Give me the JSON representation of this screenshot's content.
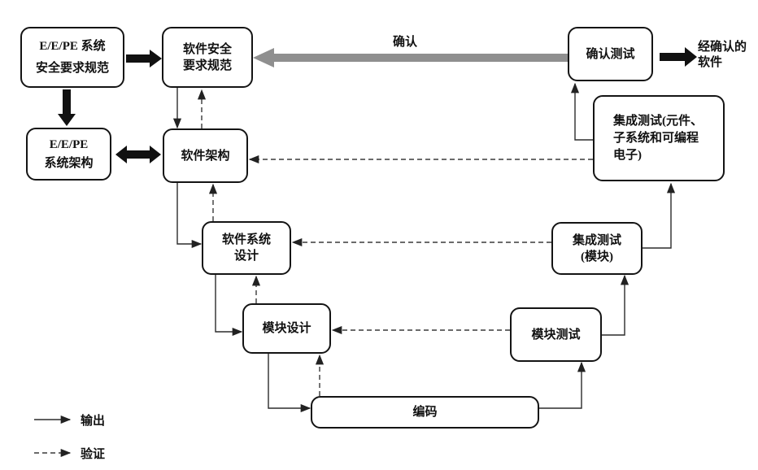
{
  "boxes": {
    "eepe_srs": {
      "lines": [
        "E/E/PE 系统",
        "安全要求规范"
      ]
    },
    "sw_srs": {
      "lines": [
        "软件安全",
        "要求规范"
      ]
    },
    "eepe_arch": {
      "lines": [
        "E/E/PE",
        "系统架构"
      ]
    },
    "sw_arch": {
      "lines": [
        "软件架构"
      ]
    },
    "sw_sys_design": {
      "lines": [
        "软件系统",
        "设计"
      ]
    },
    "module_design": {
      "lines": [
        "模块设计"
      ]
    },
    "coding": {
      "lines": [
        "编码"
      ]
    },
    "module_test": {
      "lines": [
        "模块测试"
      ]
    },
    "int_test_module": {
      "lines": [
        "集成测试",
        "(模块)"
      ]
    },
    "int_test_pe": {
      "lines": [
        "集成测试(元件、",
        "子系统和可编程",
        "电子)"
      ]
    },
    "validation_test": {
      "lines": [
        "确认测试"
      ]
    }
  },
  "labels": {
    "validation": "确认",
    "validated_software_lines": [
      "经确认的",
      "软件"
    ]
  },
  "legend": {
    "output": "输出",
    "verification": "验证"
  },
  "colors": {
    "gray_validation_arrow": "#8f8f8f",
    "thick_black_arrow": "#111111",
    "connector_line": "#2b2b2b",
    "box_border": "#141414"
  }
}
